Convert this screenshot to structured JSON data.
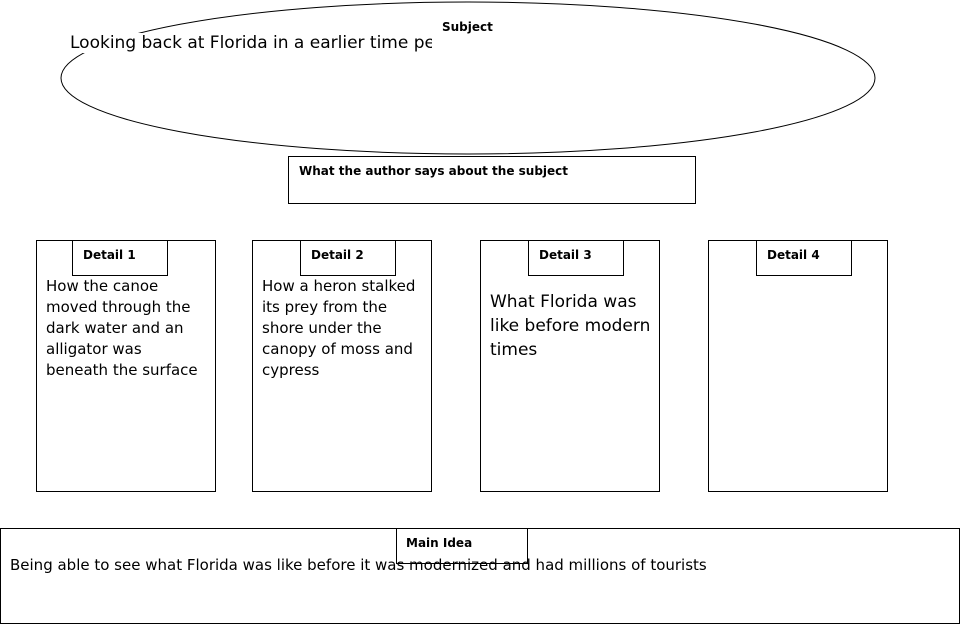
{
  "subject": {
    "label": "Subject",
    "text": "Looking back at Florida in a earlier time perio"
  },
  "author": {
    "label": "What the author says  about the subject"
  },
  "details": [
    {
      "label": "Detail  1",
      "text": "How the canoe moved through the dark water and an alligator was beneath the surface"
    },
    {
      "label": "Detail  2",
      "text": "How a heron stalked its prey from the shore under the canopy of moss and cypress"
    },
    {
      "label": "Detail  3",
      "text": "What Florida was like before modern times"
    },
    {
      "label": "Detail  4",
      "text": ""
    }
  ],
  "main_idea": {
    "label": "Main  Idea",
    "text": "Being able to see what Florida was like before it was modernized and had millions of tourists"
  }
}
